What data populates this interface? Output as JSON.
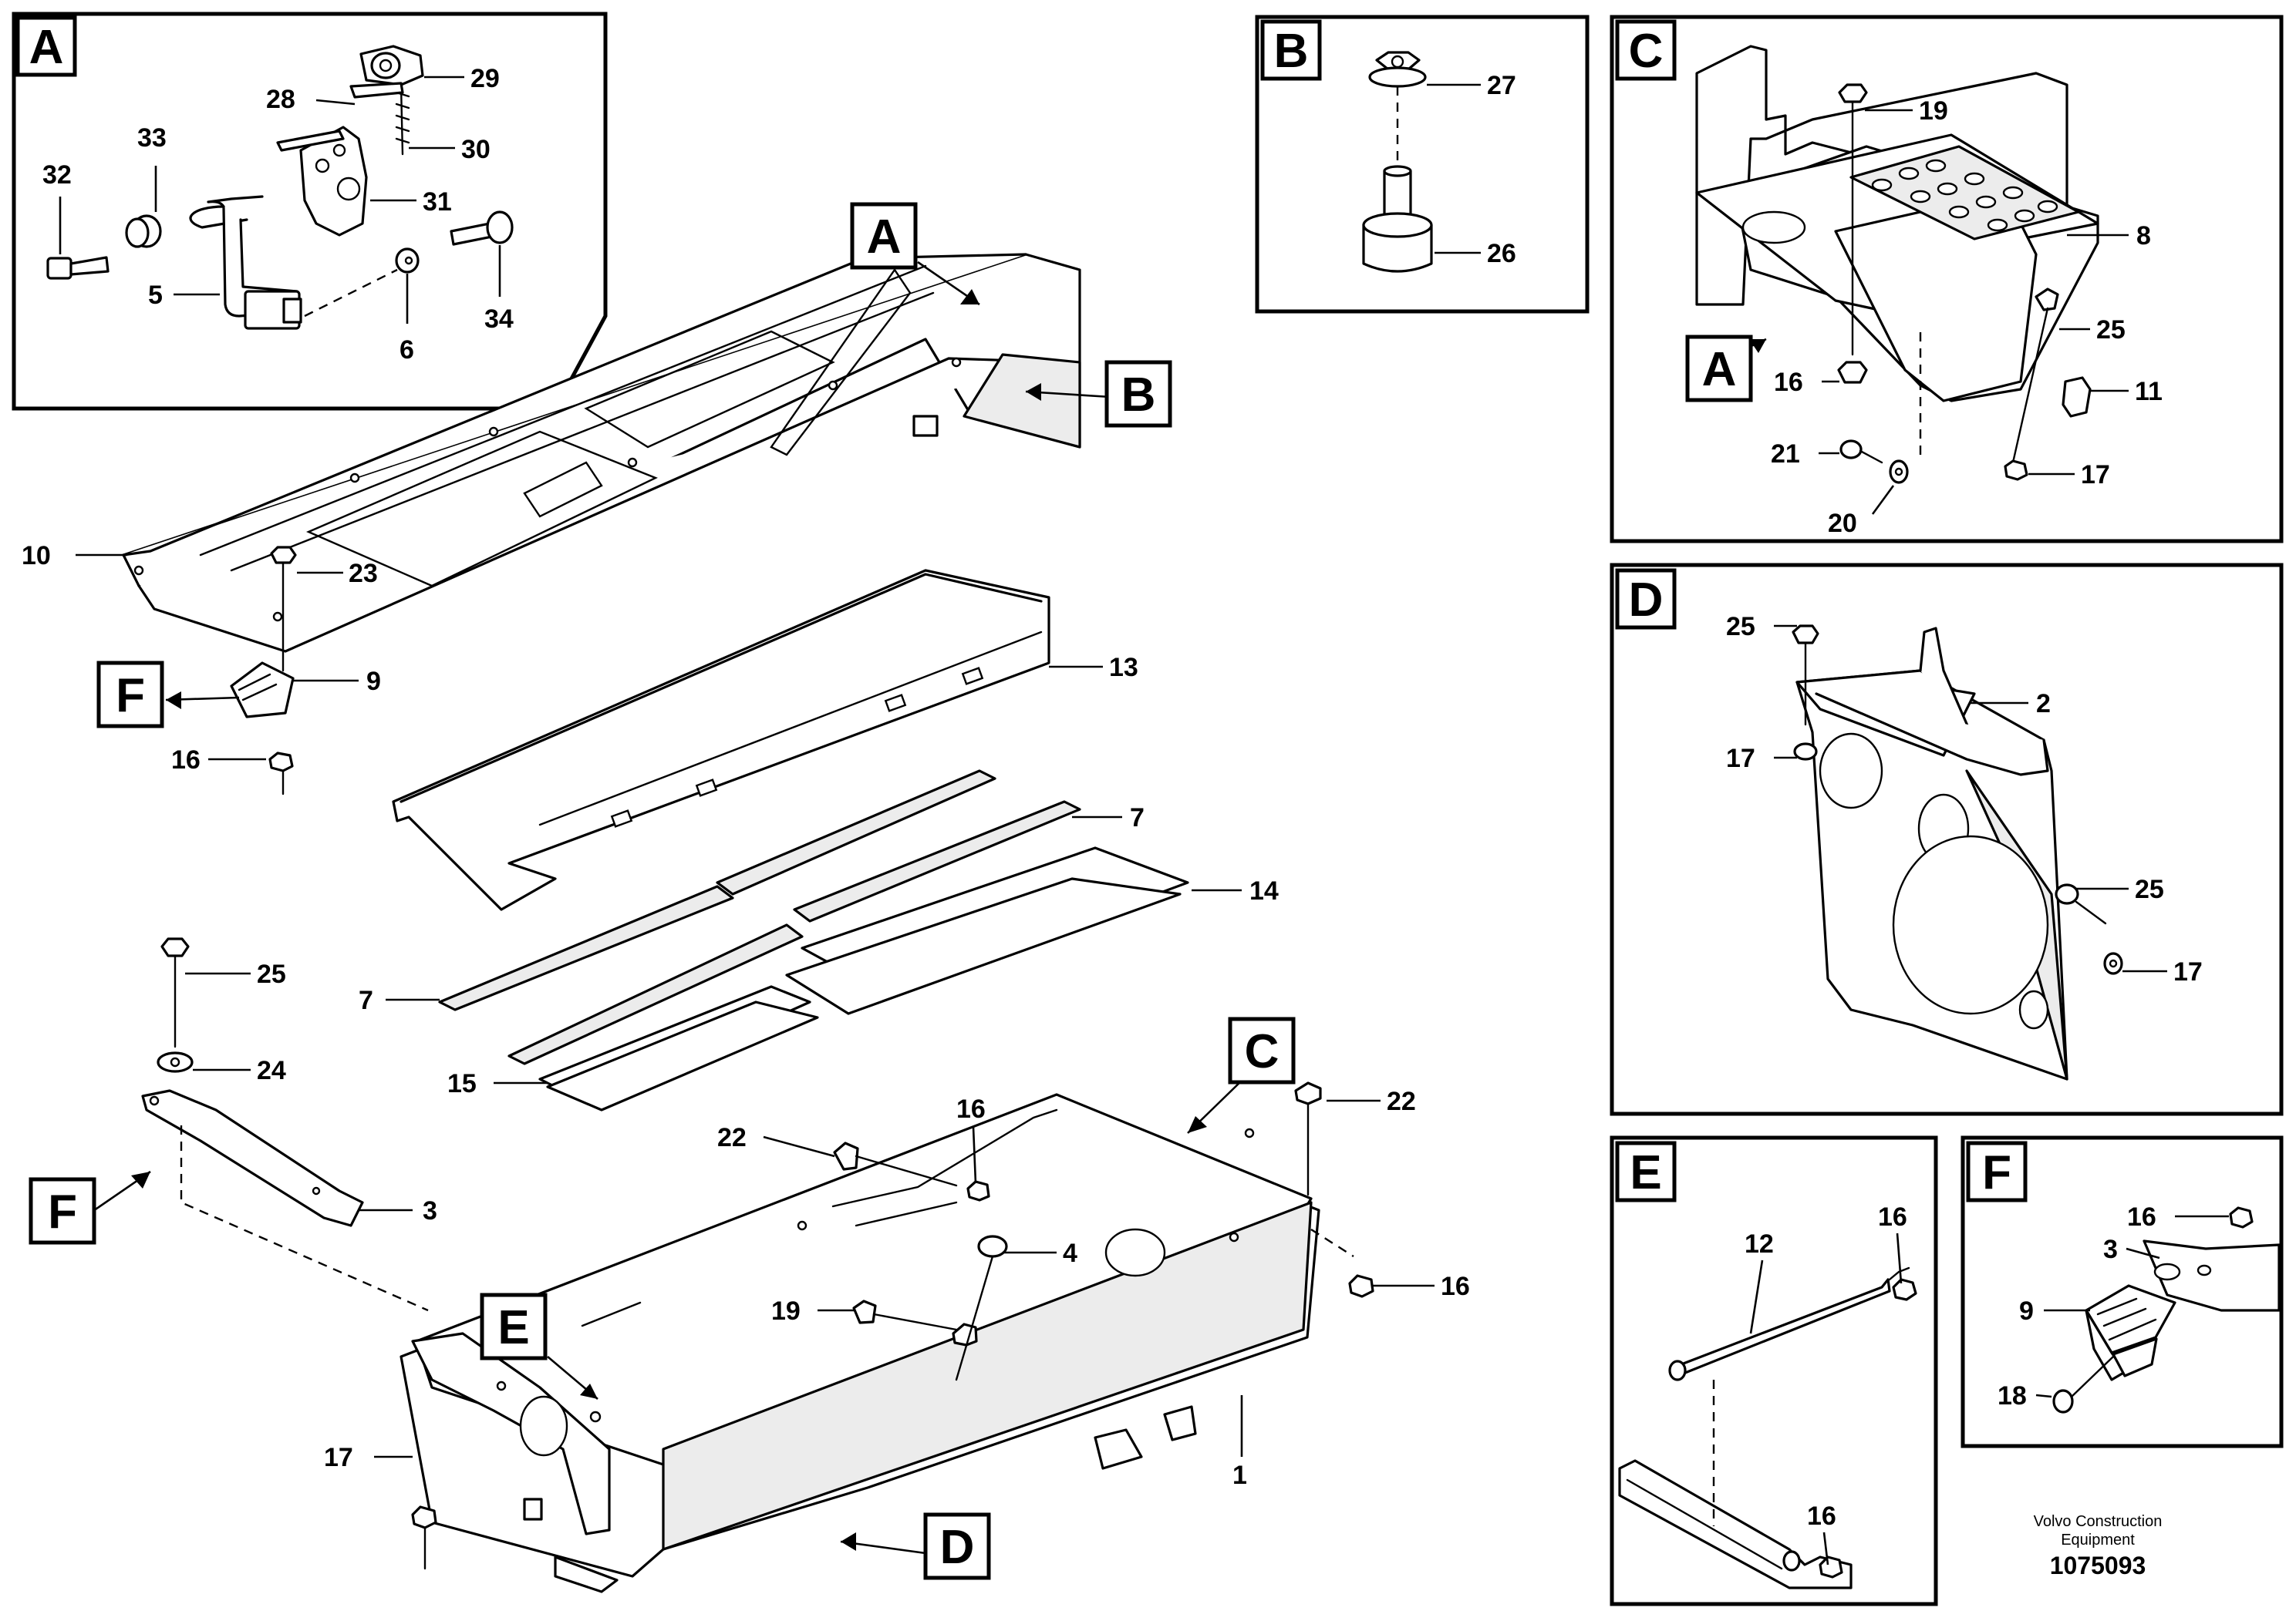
{
  "detail_badges": {
    "A": "A",
    "B": "B",
    "C": "C",
    "D": "D",
    "E": "E",
    "F": "F"
  },
  "callouts": {
    "A": [
      "28",
      "29",
      "33",
      "30",
      "32",
      "31",
      "5",
      "6",
      "34"
    ],
    "B": [
      "27",
      "26"
    ],
    "C": [
      "19",
      "8",
      "25",
      "16",
      "11",
      "21",
      "17",
      "20"
    ],
    "D": [
      "25",
      "2",
      "17",
      "25",
      "17"
    ],
    "E": [
      "12",
      "16",
      "16"
    ],
    "F": [
      "16",
      "3",
      "9",
      "18"
    ],
    "main": [
      "10",
      "23",
      "9",
      "16",
      "13",
      "7",
      "14",
      "7",
      "15",
      "25",
      "24",
      "3",
      "22",
      "16",
      "22",
      "4",
      "19",
      "16",
      "17",
      "1"
    ]
  },
  "footer": {
    "company_line1": "Volvo Construction",
    "company_line2": "Equipment",
    "drawing_number": "1075093"
  }
}
